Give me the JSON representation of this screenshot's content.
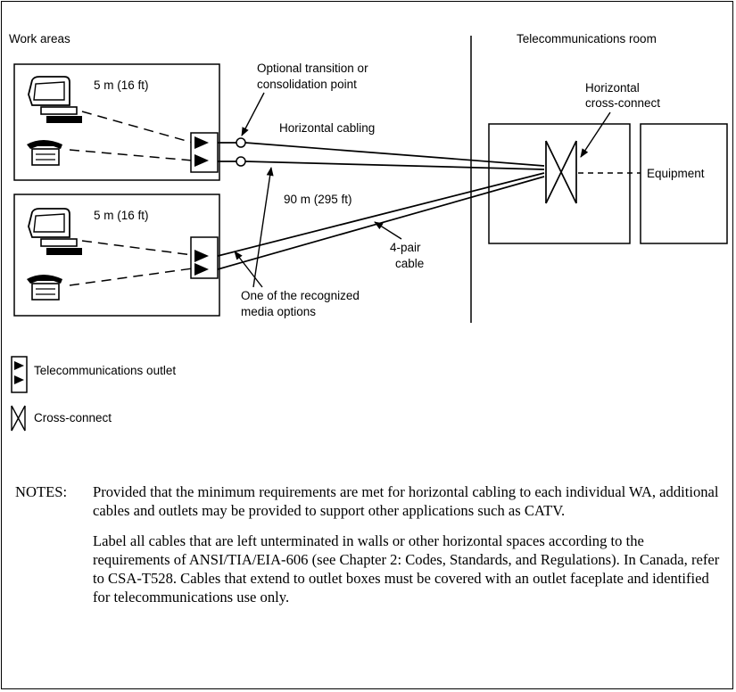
{
  "labels": {
    "work_areas": "Work areas",
    "telecom_room": "Telecommunications room",
    "distance_top": "5 m (16 ft)",
    "distance_bottom": "5 m (16 ft)",
    "optional_transition_line1": "Optional transition or",
    "optional_transition_line2": "consolidation point",
    "horizontal_cabling": "Horizontal cabling",
    "horizontal_crossconnect_line1": "Horizontal",
    "horizontal_crossconnect_line2": "cross-connect",
    "equipment": "Equipment",
    "distance_90": "90 m (295 ft)",
    "four_pair_line1": "4-pair",
    "four_pair_line2": "cable",
    "media_options_line1": "One of the recognized",
    "media_options_line2": "media options"
  },
  "legend": {
    "outlet": "Telecommunications outlet",
    "crossconnect": "Cross-connect"
  },
  "notes": {
    "label": "NOTES:",
    "paragraph1": "Provided that the minimum requirements are met for horizontal cabling to each individual WA, additional cables and outlets may be provided to support other applications such as CATV.",
    "paragraph2": "Label all cables that are left unterminated in walls or other horizontal spaces according to the requirements of ANSI/TIA/EIA-606 (see Chapter 2: Codes, Standards, and Regulations). In Canada, refer to CSA-T528. Cables that extend to outlet boxes must be covered with an outlet faceplate and identified for telecommunications use only."
  }
}
